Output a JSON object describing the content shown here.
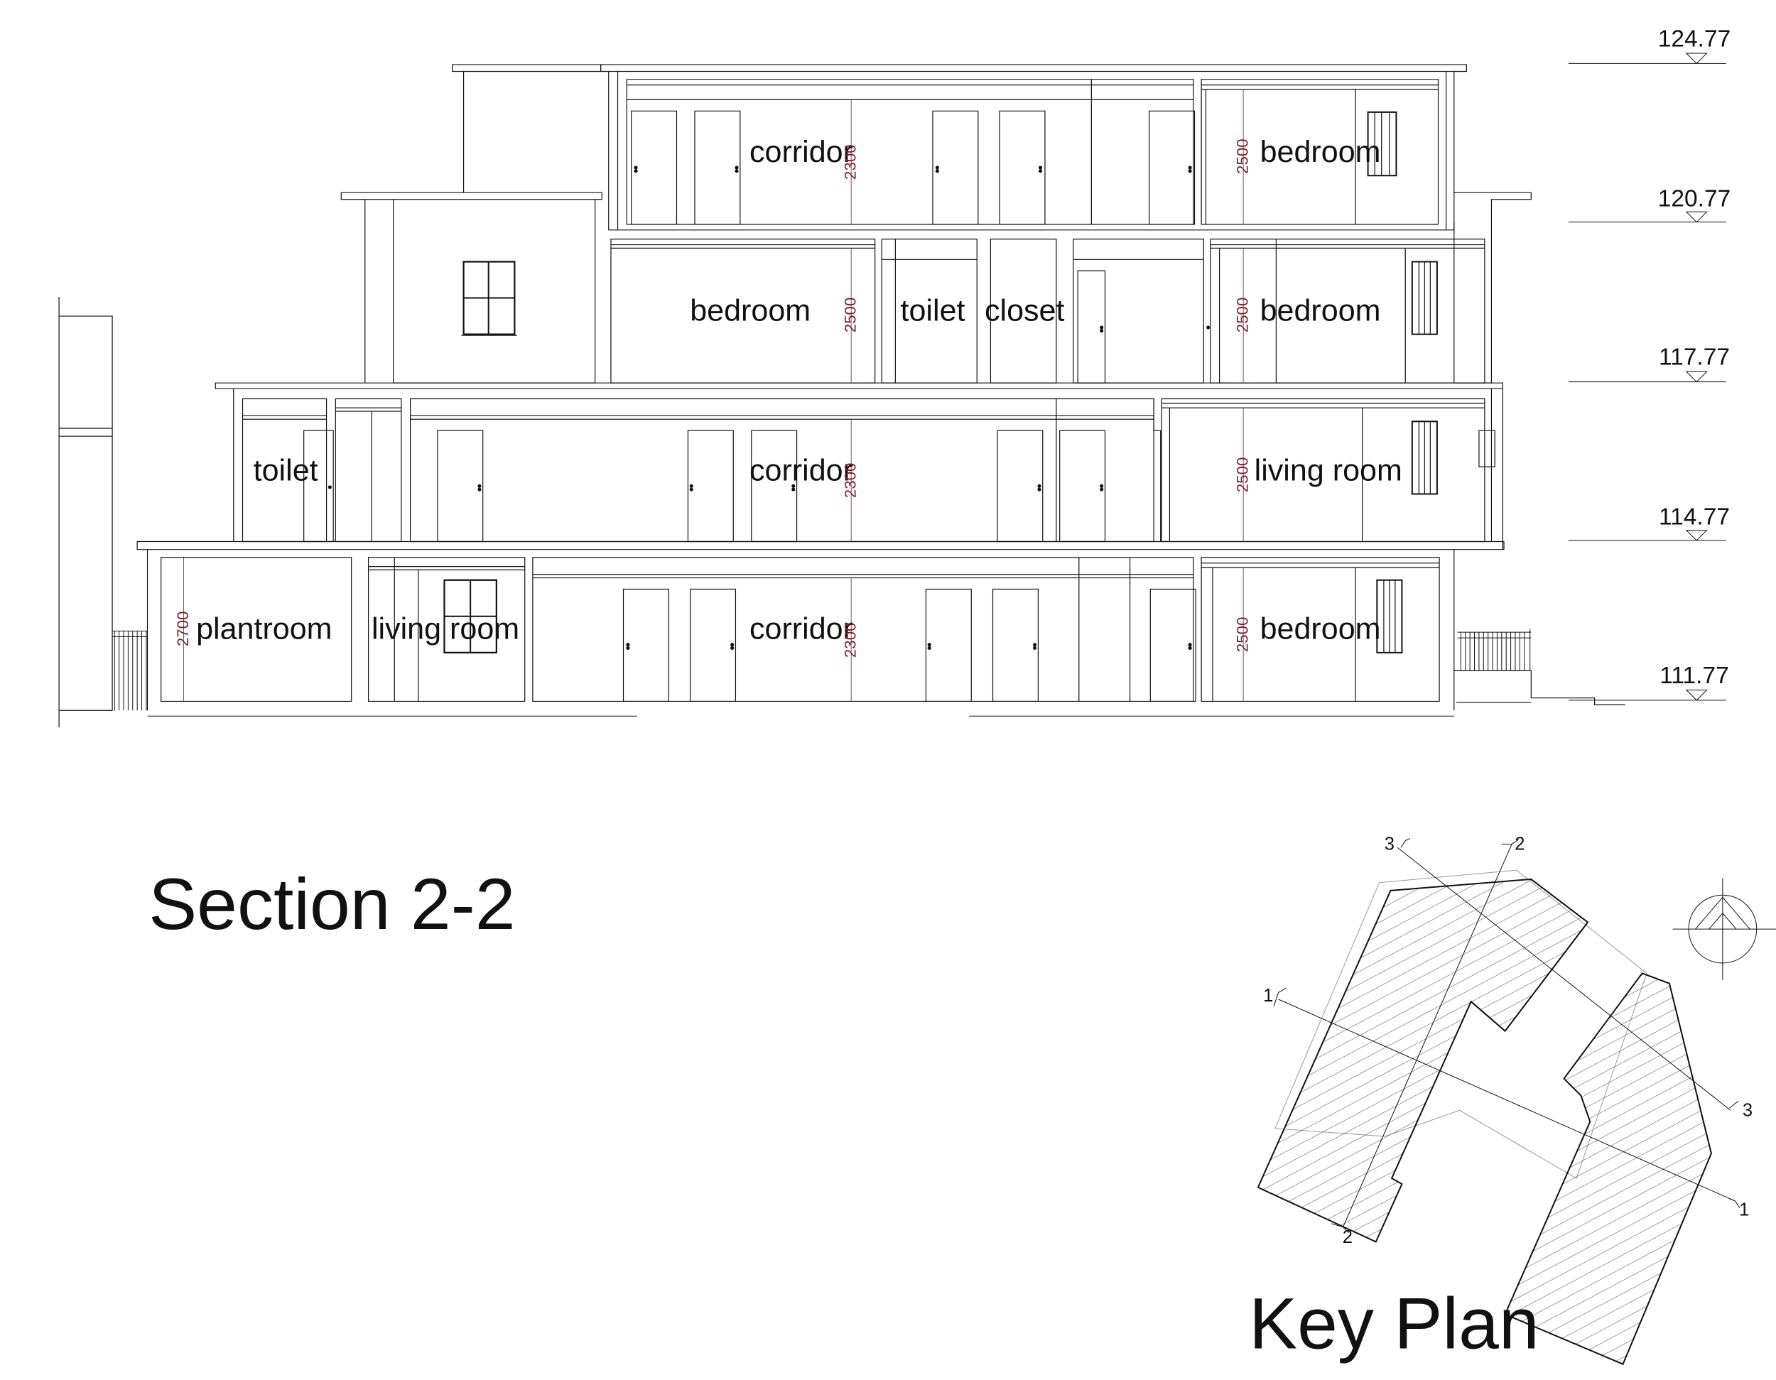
{
  "drawing": {
    "section_title": "Section 2-2",
    "key_plan_title": "Key Plan"
  },
  "levels": [
    "124.77",
    "120.77",
    "117.77",
    "114.77",
    "111.77"
  ],
  "rooms": {
    "top_corridor": "corridor",
    "top_bedroom": "bedroom",
    "second_bedroom_left": "bedroom",
    "second_toilet": "toilet",
    "second_closet": "closet",
    "second_bedroom_right": "bedroom",
    "third_toilet": "toilet",
    "third_corridor": "corridor",
    "third_living_room": "living room",
    "ground_plantroom": "plantroom",
    "ground_living_room": "living room",
    "ground_corridor": "corridor",
    "ground_bedroom": "bedroom"
  },
  "dimensions": {
    "top_corridor": "2300",
    "top_bedroom": "2500",
    "second_bedroom_left": "2500",
    "second_bedroom_right": "2500",
    "third_corridor": "2300",
    "third_living_room": "2500",
    "ground_plantroom": "2700",
    "ground_corridor": "2300",
    "ground_bedroom": "2500"
  },
  "section_marks": {
    "mark_1_start": "1",
    "mark_1_end": "1",
    "mark_2_start": "2",
    "mark_2_end": "2",
    "mark_3_start": "3",
    "mark_3_end": "3"
  },
  "colors": {
    "line": "#111111",
    "dimension": "#7a1f2b",
    "outline_grey": "#9a9a9a"
  }
}
